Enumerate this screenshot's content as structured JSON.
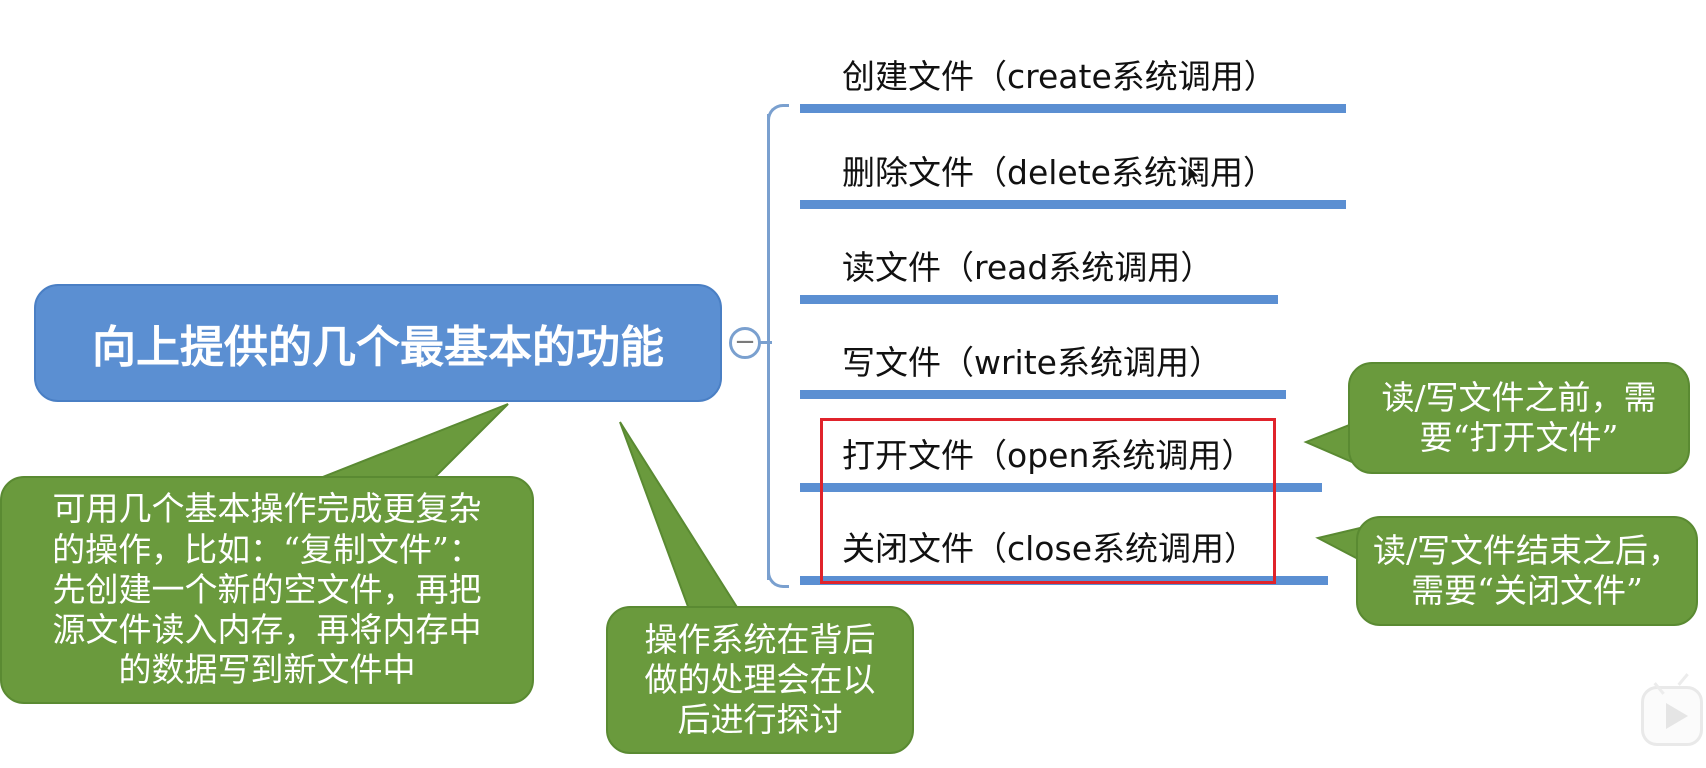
{
  "root": {
    "label": "向上提供的几个最基本的功能"
  },
  "collapse_symbol": "−",
  "branches": [
    {
      "label": "创建文件（create系统调用）"
    },
    {
      "label": "删除文件（delete系统调用）"
    },
    {
      "label": "读文件（read系统调用）"
    },
    {
      "label": "写文件（write系统调用）"
    },
    {
      "label": "打开文件（open系统调用）"
    },
    {
      "label": "关闭文件（close系统调用）"
    }
  ],
  "callouts": {
    "composite_ops": {
      "lines": [
        "可用几个基本操作完成更复杂",
        "的操作，比如：“复制文件”：",
        "先创建一个新的空文件，再把",
        "源文件读入内存，再将内存中",
        "的数据写到新文件中"
      ]
    },
    "os_background": {
      "lines": [
        "操作系统在背后",
        "做的处理会在以",
        "后进行探讨"
      ]
    },
    "open_note": {
      "lines": [
        "读/写文件之前，需",
        "要“打开文件”"
      ]
    },
    "close_note": {
      "lines": [
        "读/写文件结束之后，",
        "需要“关闭文件”"
      ]
    }
  },
  "colors": {
    "root_fill": "#5b8fd2",
    "branch_line": "#5b8fd2",
    "callout_fill": "#6a9a3d",
    "highlight_border": "#e0232b"
  },
  "icons": {
    "collapse": "minus-circle-icon",
    "player": "video-play-icon",
    "pointer": "mouse-cursor-icon"
  }
}
